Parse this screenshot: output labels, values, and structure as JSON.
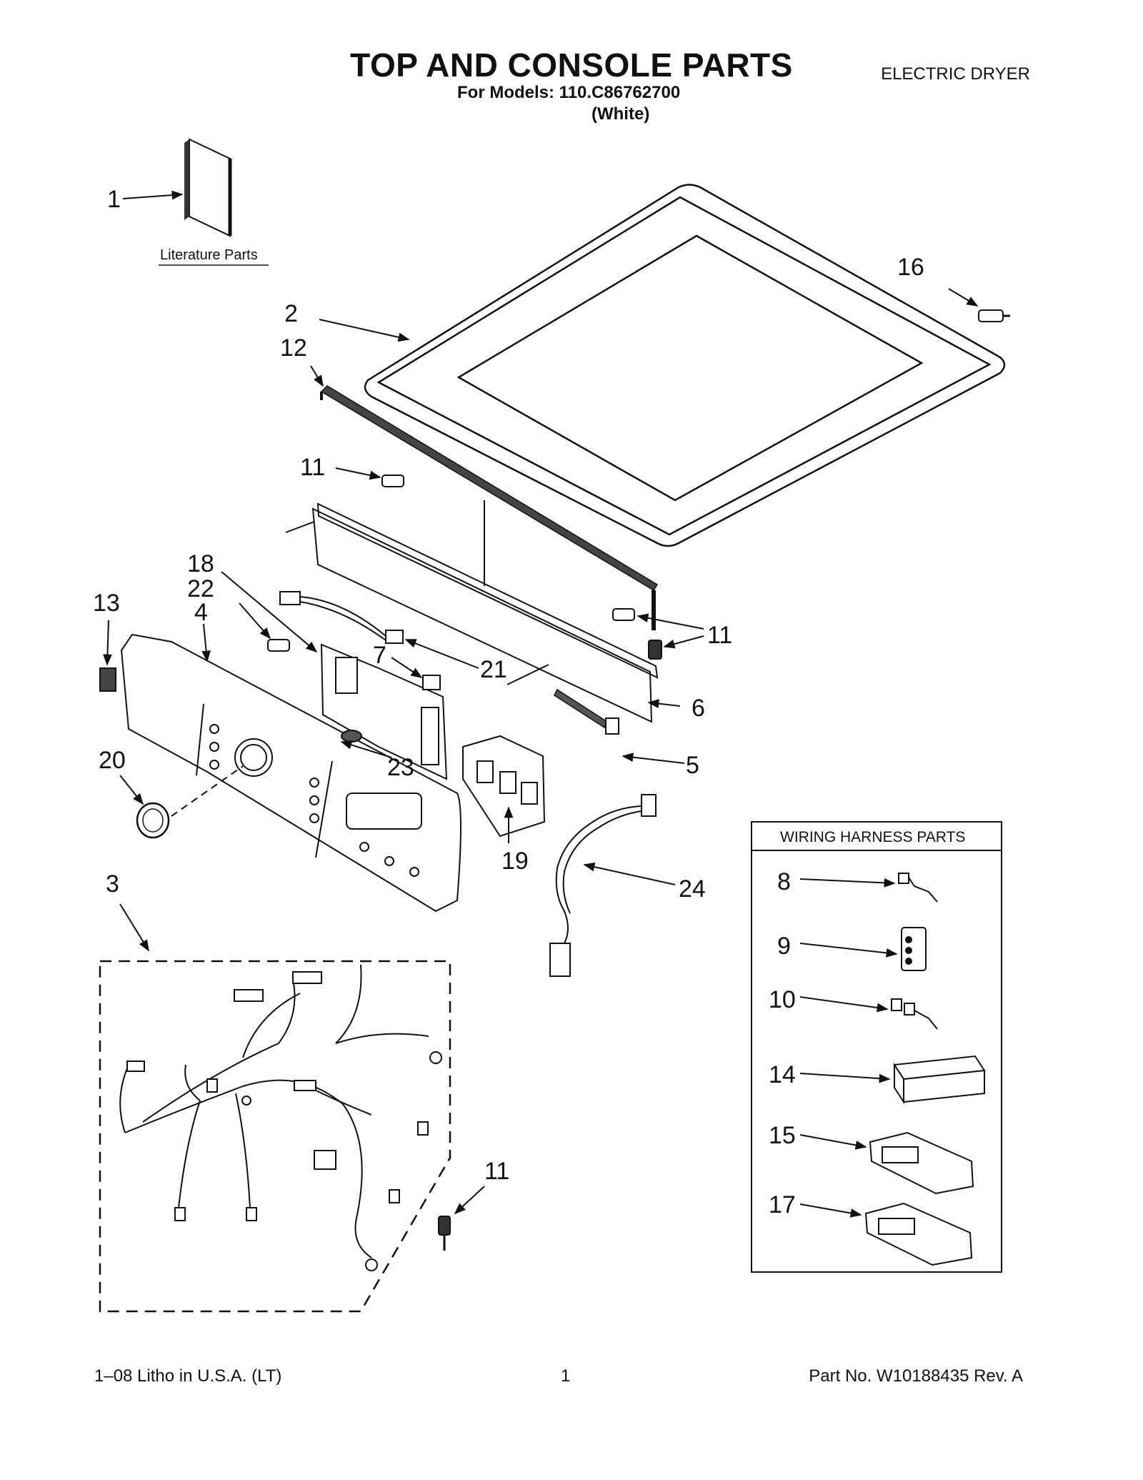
{
  "header": {
    "title": "TOP AND CONSOLE PARTS",
    "models_line": "For Models: 110.C86762700",
    "color_variant": "(White)",
    "product_type": "ELECTRIC DRYER"
  },
  "literature": {
    "caption": "Literature Parts"
  },
  "legend": {
    "title": "WIRING HARNESS PARTS"
  },
  "callouts": {
    "c1": "1",
    "c2": "2",
    "c3": "3",
    "c4": "4",
    "c5": "5",
    "c6": "6",
    "c7": "7",
    "c8": "8",
    "c9": "9",
    "c10": "10",
    "c11a": "11",
    "c11b": "11",
    "c11c": "11",
    "c12": "12",
    "c13": "13",
    "c14": "14",
    "c15": "15",
    "c16": "16",
    "c17": "17",
    "c18": "18",
    "c19": "19",
    "c20": "20",
    "c21": "21",
    "c22": "22",
    "c23": "23",
    "c24": "24"
  },
  "footer": {
    "litho": "1–08 Litho in U.S.A. (LT)",
    "page": "1",
    "part_no": "Part No. W10188435 Rev. A"
  }
}
